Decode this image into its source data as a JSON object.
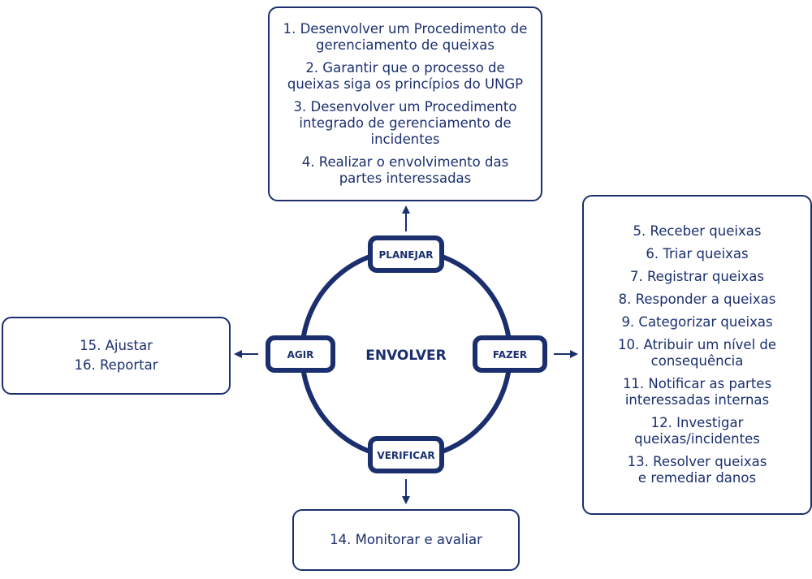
{
  "plan_box": {
    "items": [
      "1. Desenvolver um Procedimento de\ngerenciamento de queixas",
      "2. Garantir que o processo de\nqueixas siga os princípios do UNGP",
      "3. Desenvolver um Procedimento\nintegrado de gerenciamento de\nincidentes",
      "4. Realizar o envolvimento das\npartes interessadas"
    ]
  },
  "do_box": {
    "items": [
      "5. Receber queixas",
      "6. Triar queixas",
      "7. Registrar queixas",
      "8. Responder a queixas",
      "9. Categorizar queixas",
      "10. Atribuir um nível de\nconsequência",
      "11. Notificar as partes\ninteressadas internas",
      "12. Investigar\nqueixas/incidentes",
      "13. Resolver queixas\ne remediar danos"
    ]
  },
  "act_box": {
    "items": [
      "15. Ajustar",
      "16. Reportar"
    ]
  },
  "check_box": {
    "items": [
      "14. Monitorar e avaliar"
    ]
  },
  "cycle": {
    "center_label": "ENVOLVER",
    "plan_label": "PLANEJAR",
    "do_label": "FAZER",
    "check_label": "VERIFICAR",
    "act_label": "AGIR"
  },
  "colors": {
    "primary": "#1b2f6e",
    "background": "#ffffff"
  }
}
